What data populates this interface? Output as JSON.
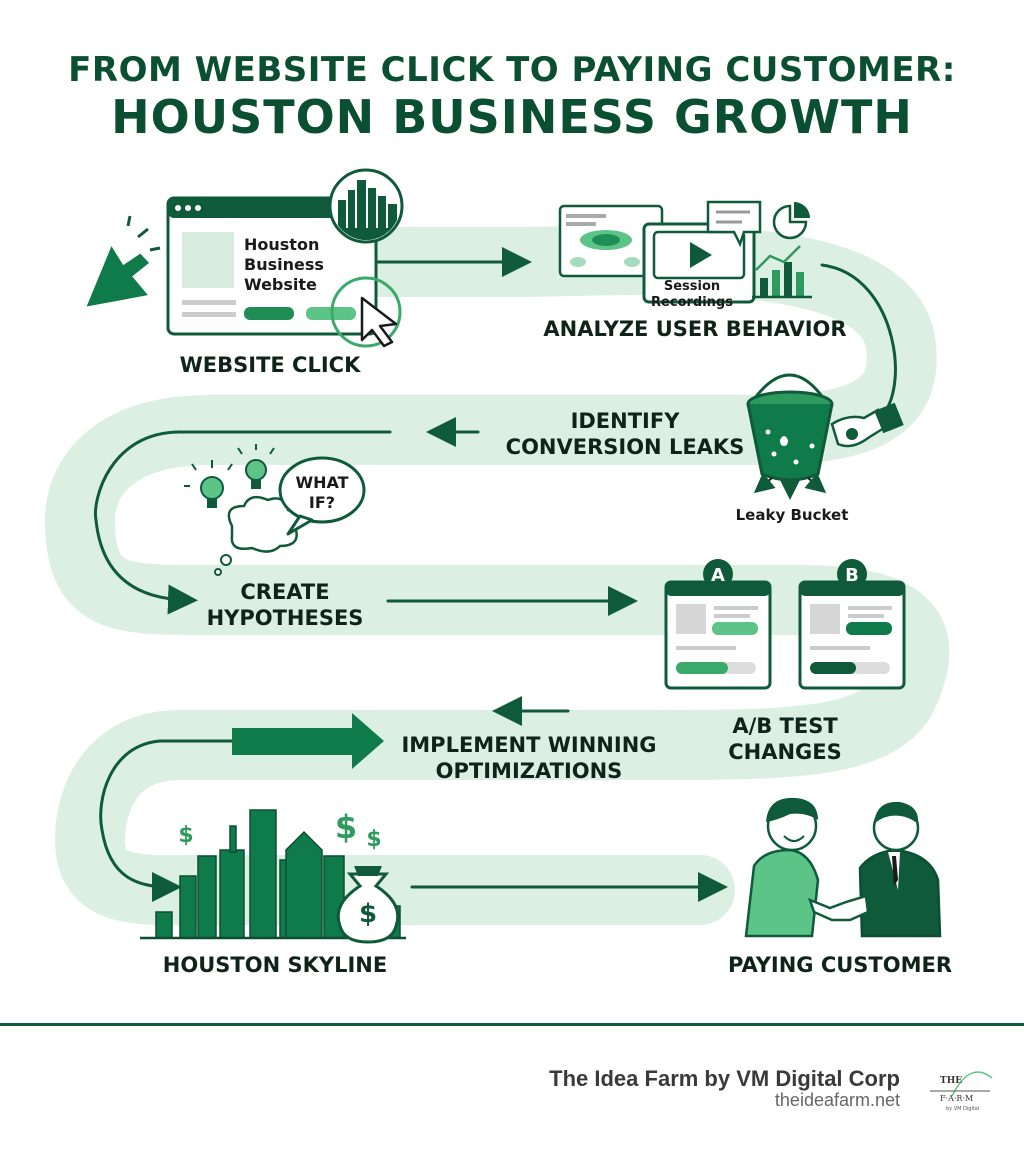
{
  "title": {
    "line1": "FROM WEBSITE CLICK TO PAYING CUSTOMER:",
    "line2": "HOUSTON BUSINESS GROWTH"
  },
  "steps": {
    "website_click": "WEBSITE CLICK",
    "analyze_line1": "ANALYZE USER BEHAVIOR",
    "identify_line1": "IDENTIFY",
    "identify_line2": "CONVERSION LEAKS",
    "hypotheses_line1": "CREATE",
    "hypotheses_line2": "HYPOTHESES",
    "abtest_line1": "A/B TEST",
    "abtest_line2": "CHANGES",
    "implement_line1": "IMPLEMENT WINNING",
    "implement_line2": "OPTIMIZATIONS",
    "skyline": "HOUSTON SKYLINE",
    "customer": "PAYING CUSTOMER"
  },
  "illustrations": {
    "website_line1": "Houston",
    "website_line2": "Business",
    "website_line3": "Website",
    "session_line1": "Session",
    "session_line2": "Recordings",
    "leaky_bucket": "Leaky Bucket",
    "thought_line1": "WHAT",
    "thought_line2": "IF?",
    "variant_a": "A",
    "variant_b": "B",
    "dollar": "$"
  },
  "footer": {
    "company": "The Idea Farm by VM Digital Corp",
    "url": "theideafarm.net",
    "logo_line1": "THE",
    "logo_line2": "F·A·R·M",
    "logo_line3": "by VM Digital"
  },
  "colors": {
    "dark_green": "#0f5a3a",
    "mid_green": "#2e9a5e",
    "light_green": "#5cc487",
    "path_fill": "#dcefe3",
    "text_dark": "#10231a"
  }
}
